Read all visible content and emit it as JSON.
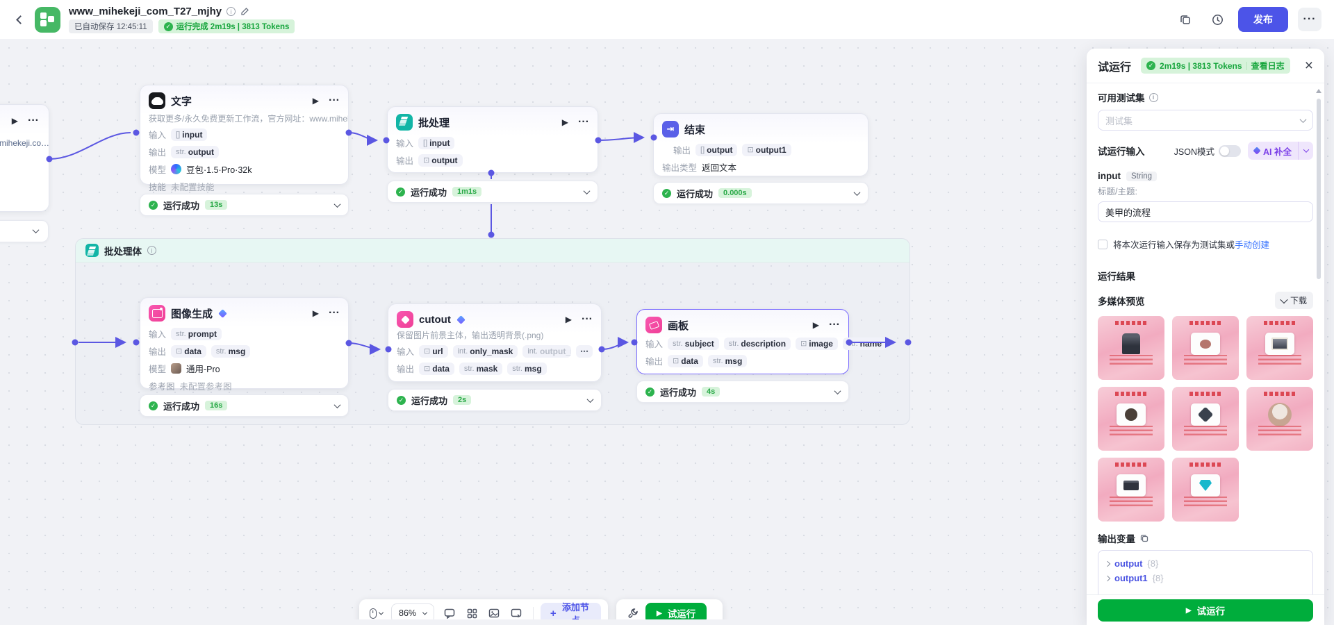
{
  "topbar": {
    "title": "www_mihekeji_com_T27_mjhy",
    "autosave": "已自动保存 12:45:11",
    "run_badge": "运行完成 2m19s | 3813 Tokens",
    "publish_label": "发布"
  },
  "labels": {
    "input": "输入",
    "output": "输出",
    "model": "模型",
    "skill": "技能",
    "ref": "参考图",
    "out_type": "输出类型"
  },
  "canvas": {
    "partial_node_text": "mihekeji.co…",
    "group_title": "批处理体",
    "nodes": {
      "text": {
        "title": "文字",
        "desc": "获取更多/永久免费更新工作流，官方网址：www.mihekeji.co…",
        "input_pills": [
          {
            "t": "[]",
            "v": "input"
          }
        ],
        "output_pills": [
          {
            "t": "str.",
            "v": "output"
          }
        ],
        "model": "豆包·1.5·Pro·32k",
        "skill": "未配置技能",
        "status": "运行成功",
        "time": "13s"
      },
      "batch": {
        "title": "批处理",
        "input_pills": [
          {
            "t": "[]",
            "v": "input"
          }
        ],
        "output_pills": [
          {
            "t": "⊡",
            "v": "output"
          }
        ],
        "status": "运行成功",
        "time": "1m1s"
      },
      "end": {
        "title": "结束",
        "output_pills": [
          {
            "t": "[]",
            "v": "output"
          },
          {
            "t": "⊡",
            "v": "output1"
          }
        ],
        "out_type": "返回文本",
        "status": "运行成功",
        "time": "0.000s"
      },
      "image_gen": {
        "title": "图像生成",
        "input_pills": [
          {
            "t": "str.",
            "v": "prompt"
          }
        ],
        "output_pills": [
          {
            "t": "⊡",
            "v": "data"
          },
          {
            "t": "str.",
            "v": "msg"
          }
        ],
        "model": "通用-Pro",
        "ref": "未配置参考图",
        "status": "运行成功",
        "time": "16s"
      },
      "cutout": {
        "title": "cutout",
        "desc": "保留图片前景主体，输出透明背景(.png)",
        "input_pills": [
          {
            "t": "⊡",
            "v": "url"
          },
          {
            "t": "int.",
            "v": "only_mask"
          },
          {
            "t": "int.",
            "v": "output_mode"
          }
        ],
        "overflow": "⋯",
        "output_pills": [
          {
            "t": "⊡",
            "v": "data"
          },
          {
            "t": "str.",
            "v": "mask"
          },
          {
            "t": "str.",
            "v": "msg"
          }
        ],
        "status": "运行成功",
        "time": "2s"
      },
      "board": {
        "title": "画板",
        "input_pills": [
          {
            "t": "str.",
            "v": "subject"
          },
          {
            "t": "str.",
            "v": "description"
          },
          {
            "t": "⊡",
            "v": "image"
          },
          {
            "t": "str.",
            "v": "name"
          }
        ],
        "output_pills": [
          {
            "t": "⊡",
            "v": "data"
          },
          {
            "t": "str.",
            "v": "msg"
          }
        ],
        "status": "运行成功",
        "time": "4s"
      }
    },
    "toolbar": {
      "zoom": "86%",
      "add_node": "添加节点",
      "run": "试运行"
    }
  },
  "panel": {
    "title": "试运行",
    "badge_text": "2m19s | 3813 Tokens",
    "view_log": "查看日志",
    "testset_label": "可用测试集",
    "testset_placeholder": "测试集",
    "input_section": "试运行输入",
    "json_mode": "JSON模式",
    "ai_complete": "AI 补全",
    "field_name": "input",
    "field_type": "String",
    "field_label": "标题/主题:",
    "field_value": "美甲的流程",
    "save_text": "将本次运行输入保存为测试集或",
    "manual_create": "手动创建",
    "result_title": "运行结果",
    "media_title": "多媒体预览",
    "download_label": "下载",
    "output_vars_title": "输出变量",
    "outputs": [
      {
        "name": "output",
        "count": "{8}"
      },
      {
        "name": "output1",
        "count": "{8}"
      }
    ],
    "run_button": "试运行"
  }
}
